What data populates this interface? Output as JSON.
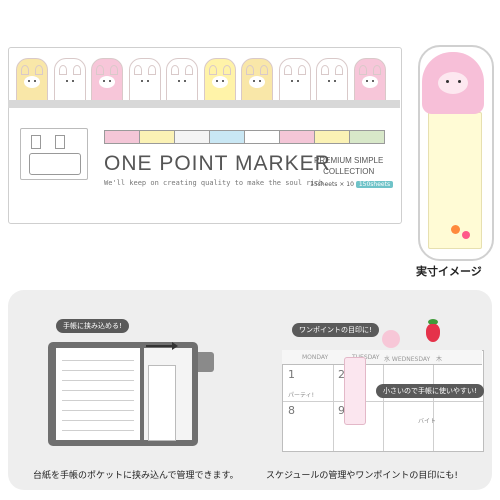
{
  "product": {
    "title": "ONE POINT MARKER",
    "tagline": "We'll keep on creating quality to make the soul rich.",
    "collection_line1": "PREMIUM SIMPLE",
    "collection_line2": "COLLECTION",
    "quantity": "15sheets × 10",
    "total_badge": "150sheets",
    "tab_colors": [
      "#f9e7a8",
      "#ffffff",
      "#f7c6d9",
      "#ffffff",
      "#ffffff",
      "#fff3a8",
      "#f9e7a8",
      "#ffffff",
      "#ffffff",
      "#f7c6d9"
    ],
    "strip_colors": [
      "#f4c6d7",
      "#fbf2b5",
      "#f4f4f4",
      "#c9e7f4",
      "#ffffff",
      "#f4c6d7",
      "#fbf2b5",
      "#d8e8c9"
    ]
  },
  "single_tab_caption": "実寸イメージ",
  "usage": {
    "left_bubble": "手帳に挟み込める!",
    "left_caption": "台紙を手帳のポケットに挟み込んで管理できます。",
    "right_bubble_top": "ワンポイントの目印に!",
    "right_bubble_small": "小さいので手帳に使いやすい!",
    "right_caption": "スケジュールの管理やワンポイントの目印にも!",
    "calendar_days": [
      "MONDAY",
      "TUESDAY",
      "水 WEDNESDAY",
      "木"
    ],
    "calendar_numbers": [
      "1",
      "2",
      "8",
      "9"
    ],
    "note_text": "パーティ!",
    "note_text2": "バイト"
  }
}
